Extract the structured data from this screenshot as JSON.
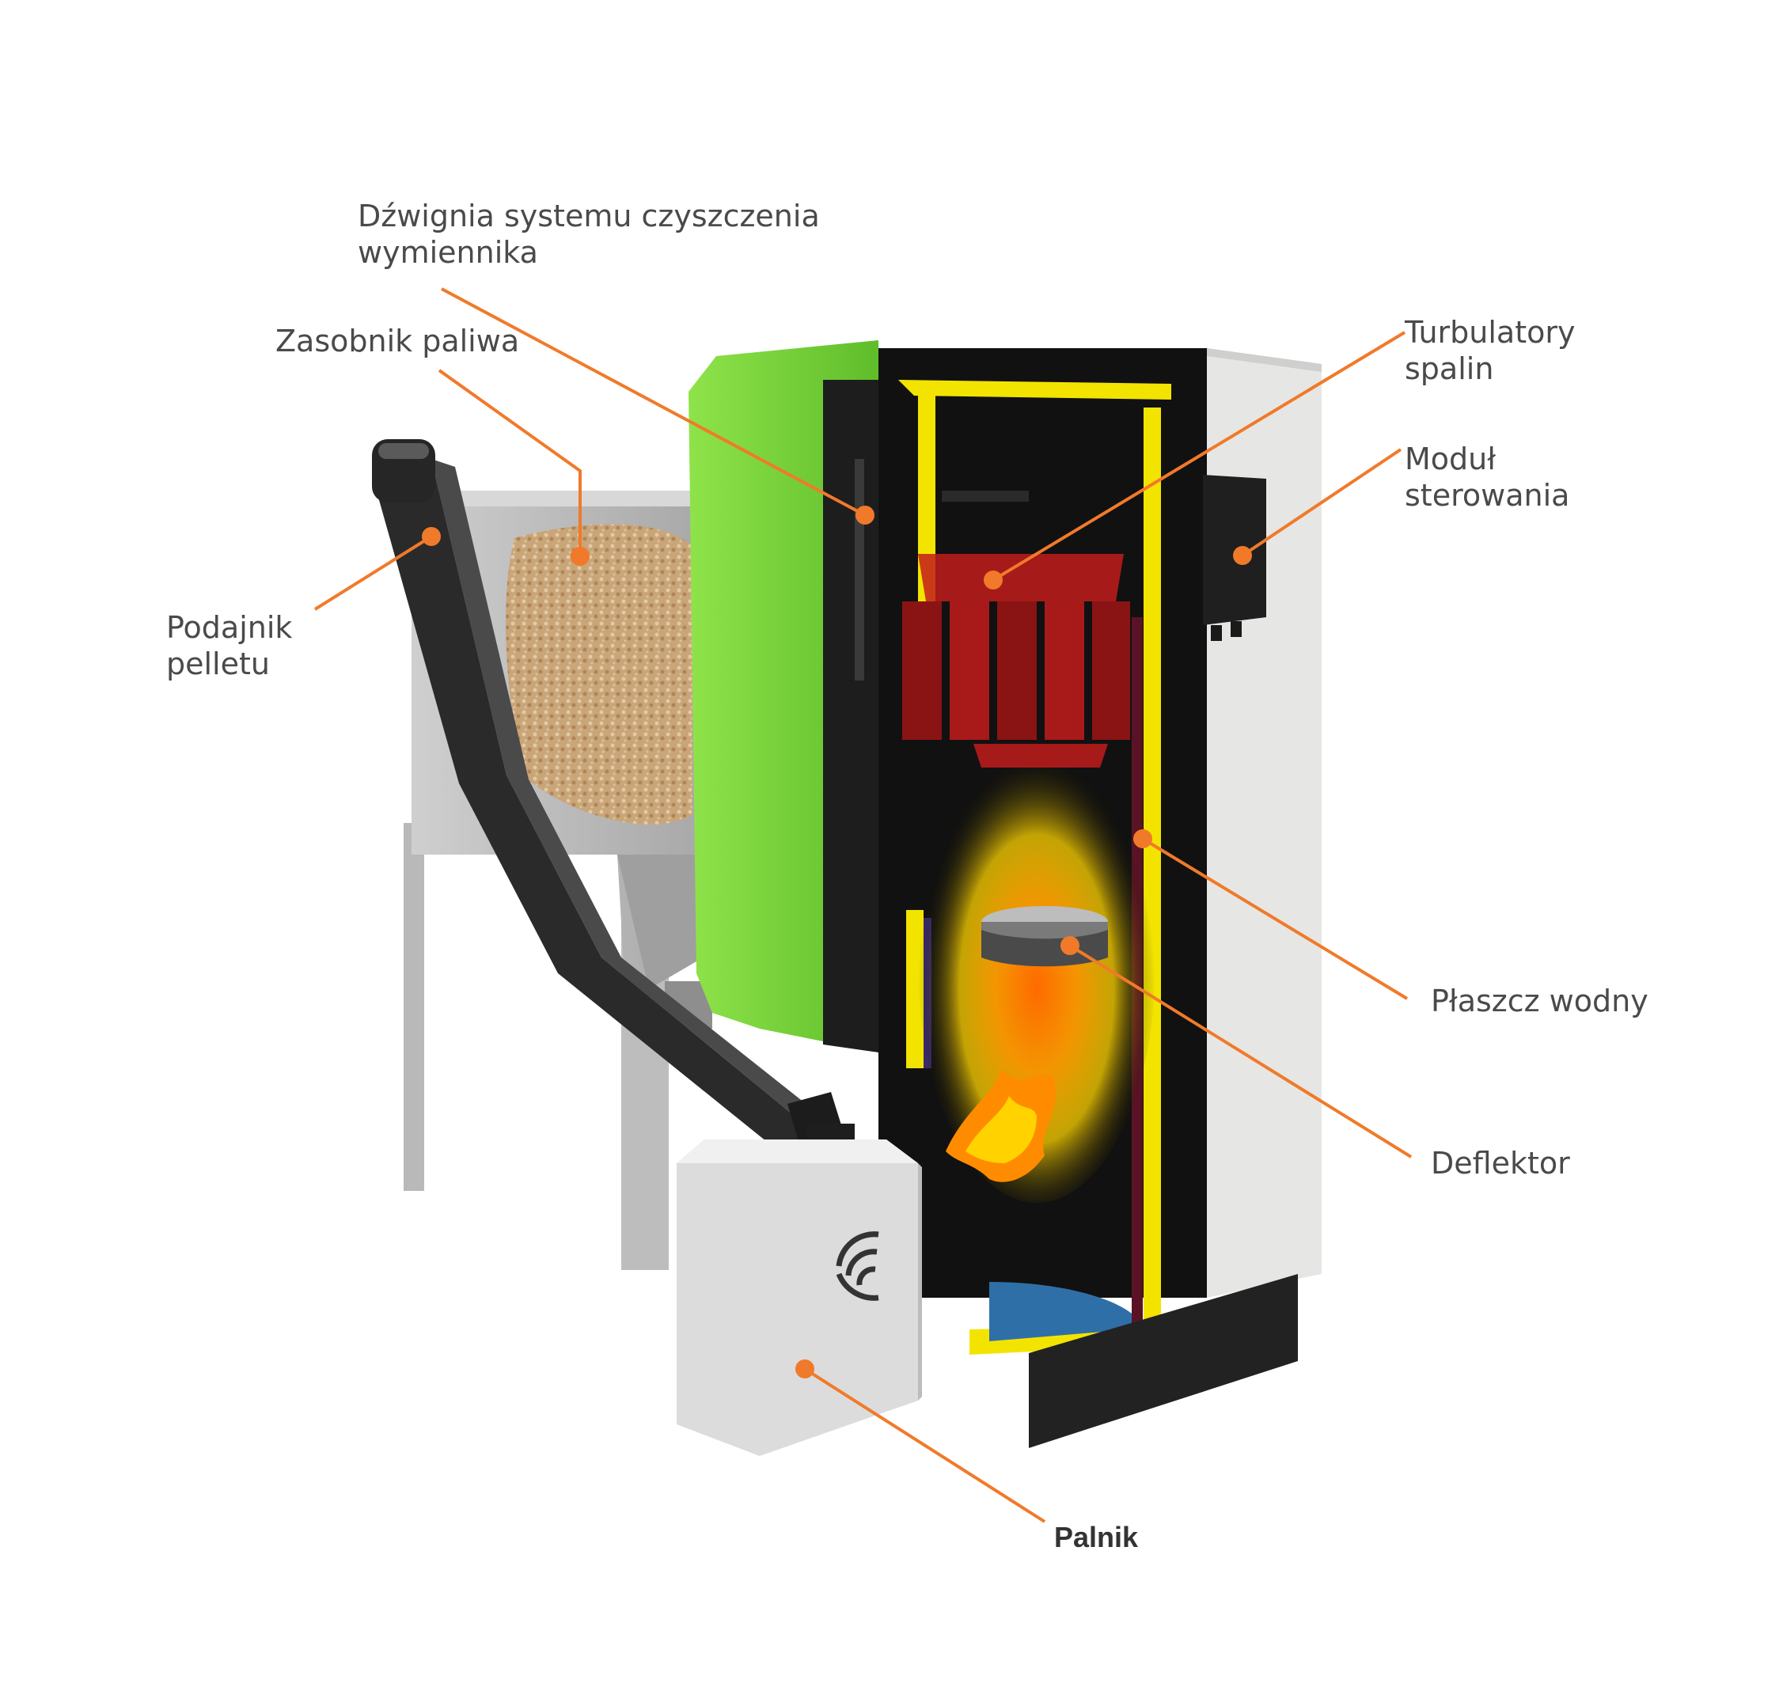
{
  "colors": {
    "leader": "#f07a2a",
    "text": "#4a4a4a",
    "green_panel": "#74d23a",
    "jacket_yellow": "#f3e400",
    "casing_gray": "#e6e6e4",
    "turbulator_red": "#b01818",
    "water_blue": "#2f6fa8"
  },
  "labels": {
    "lever": {
      "line1": "Dźwignia systemu czyszczenia",
      "line2": "wymiennika"
    },
    "hopper": {
      "line1": "Zasobnik paliwa"
    },
    "feeder": {
      "line1": "Podajnik",
      "line2": "pelletu"
    },
    "turbulators": {
      "line1": "Turbulatory",
      "line2": "spalin"
    },
    "control": {
      "line1": "Moduł",
      "line2": "sterowania"
    },
    "jacket": {
      "line1": "Płaszcz wodny"
    },
    "deflector": {
      "line1": "Deflektor"
    },
    "burner": {
      "line1": "Palnik"
    }
  },
  "icons": {
    "fan": "fan-icon",
    "flame": "flame-icon"
  }
}
